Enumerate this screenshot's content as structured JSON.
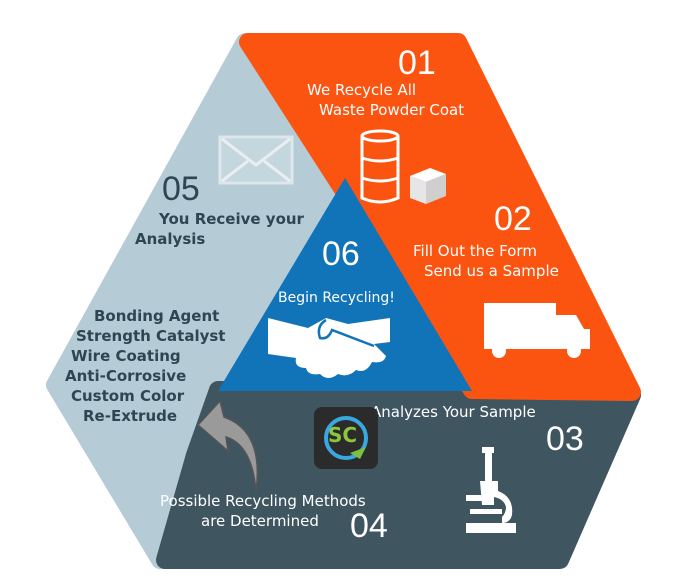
{
  "colors": {
    "orange": "#fb5410",
    "slate": "#3f5560",
    "light_blue": "#b5ccd6",
    "blue": "#1173b8",
    "dark_text": "#2e4552"
  },
  "steps": [
    {
      "number": "01",
      "lines": [
        "We Recycle All",
        "Waste Powder Coat"
      ],
      "icons": [
        "barrel-icon",
        "box-icon"
      ]
    },
    {
      "number": "02",
      "lines": [
        "Fill Out the Form",
        "Send us a Sample"
      ],
      "icons": [
        "truck-icon"
      ]
    },
    {
      "number": "03",
      "lines": [
        "Analyzes Your Sample"
      ],
      "icons": [
        "sc-logo-icon",
        "microscope-icon"
      ]
    },
    {
      "number": "04",
      "lines": [
        "Possible Recycling Methods",
        "are Determined"
      ],
      "icons": [
        "curved-arrow-icon"
      ]
    },
    {
      "number": "05",
      "lines": [
        "You Receive your",
        "Analysis"
      ],
      "icons": [
        "envelope-icon"
      ]
    },
    {
      "number": "06",
      "lines": [
        "Begin Recycling!"
      ],
      "icons": [
        "handshake-icon"
      ]
    }
  ],
  "methods": [
    "Bonding Agent",
    "Strength Catalyst",
    "Wire Coating",
    "Anti-Corrosive",
    "Custom Color",
    "Re-Extrude"
  ],
  "logo_text": "SC"
}
